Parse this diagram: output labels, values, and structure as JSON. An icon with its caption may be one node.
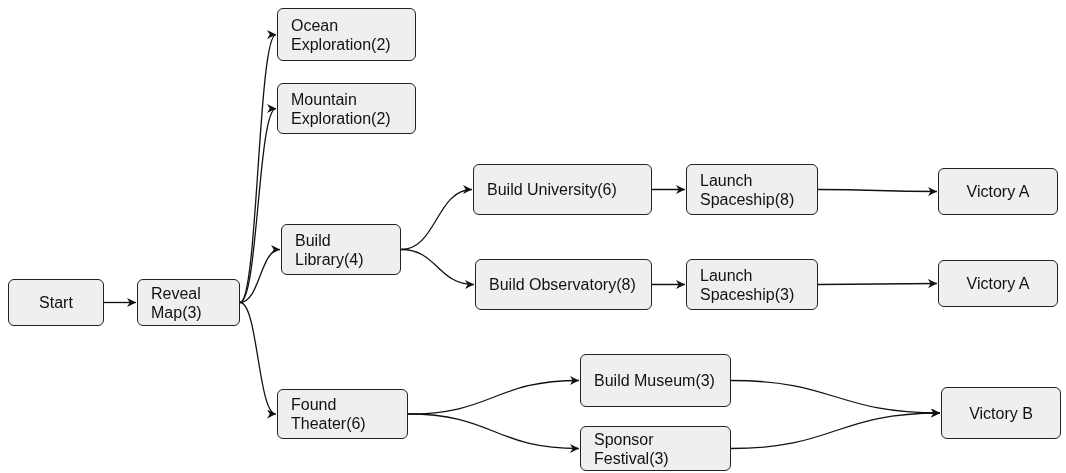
{
  "diagram": {
    "nodes": [
      {
        "text": [
          "Start"
        ]
      },
      {
        "text": [
          "Reveal Map(3)"
        ]
      },
      {
        "text": [
          "Ocean Exploration(2)"
        ]
      },
      {
        "text": [
          "Mountain Exploration(2)"
        ]
      },
      {
        "text": [
          "Build Library(4)"
        ]
      },
      {
        "text": [
          "Found Theater(6)"
        ]
      },
      {
        "text": [
          "Build University(6)"
        ]
      },
      {
        "text": [
          "Launch Spaceship(8)"
        ]
      },
      {
        "text": [
          "Victory A"
        ]
      },
      {
        "text": [
          "Build Observatory(8)"
        ]
      },
      {
        "text": [
          "Launch Spaceship(3)"
        ]
      },
      {
        "text": [
          "Victory A"
        ]
      },
      {
        "text": [
          "Build Museum(3)"
        ]
      },
      {
        "text": [
          "Sponsor Festival(3)"
        ]
      },
      {
        "text": [
          "Victory B"
        ]
      }
    ],
    "edges": [
      {
        "from": 0,
        "to": 1,
        "arrow": "to"
      },
      {
        "from": 1,
        "to": 2,
        "arrow": "to"
      },
      {
        "from": 1,
        "to": 3,
        "arrow": "to"
      },
      {
        "from": 1,
        "to": 4,
        "arrow": "to"
      },
      {
        "from": 1,
        "to": 5,
        "arrow": "to"
      },
      {
        "from": 4,
        "to": 6,
        "arrow": "to"
      },
      {
        "from": 4,
        "to": 9,
        "arrow": "to"
      },
      {
        "from": 6,
        "to": 7,
        "arrow": "to"
      },
      {
        "from": 7,
        "to": 8,
        "arrow": "to"
      },
      {
        "from": 9,
        "to": 10,
        "arrow": "to"
      },
      {
        "from": 10,
        "to": 11,
        "arrow": "to"
      },
      {
        "from": 5,
        "to": 12,
        "arrow": "to"
      },
      {
        "from": 5,
        "to": 13,
        "arrow": "to"
      },
      {
        "from": 12,
        "to": 14,
        "arrow": "to"
      },
      {
        "from": 13,
        "to": 14,
        "arrow": "to"
      }
    ]
  }
}
